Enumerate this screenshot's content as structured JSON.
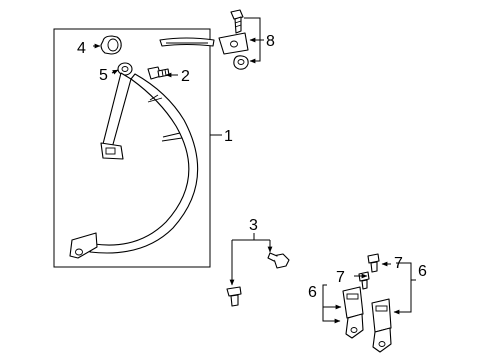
{
  "diagram": {
    "callouts": {
      "c1": "1",
      "c2": "2",
      "c3": "3",
      "c4": "4",
      "c5": "5",
      "c6a": "6",
      "c6b": "6",
      "c7a": "7",
      "c7b": "7",
      "c8": "8"
    }
  }
}
